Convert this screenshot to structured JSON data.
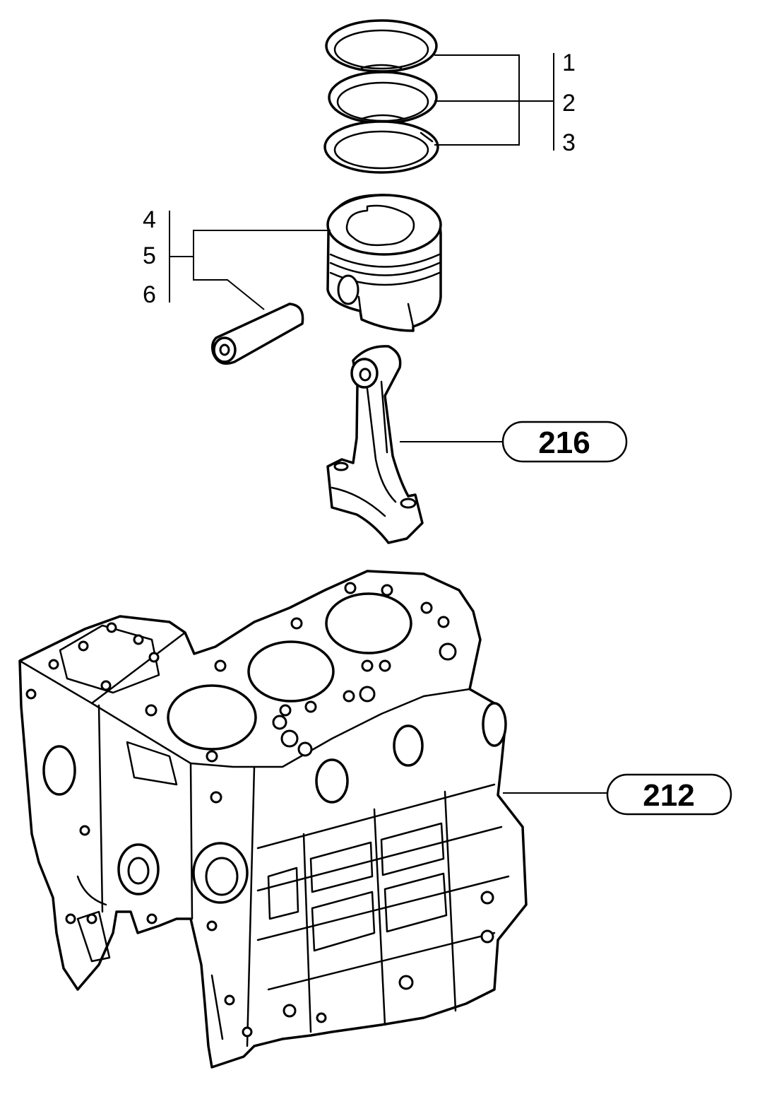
{
  "callouts": {
    "ring_1": "1",
    "ring_2": "2",
    "ring_3": "3",
    "piston_4": "4",
    "piston_5": "5",
    "pin_6": "6"
  },
  "references": {
    "connecting_rod": "216",
    "cylinder_block": "212"
  }
}
